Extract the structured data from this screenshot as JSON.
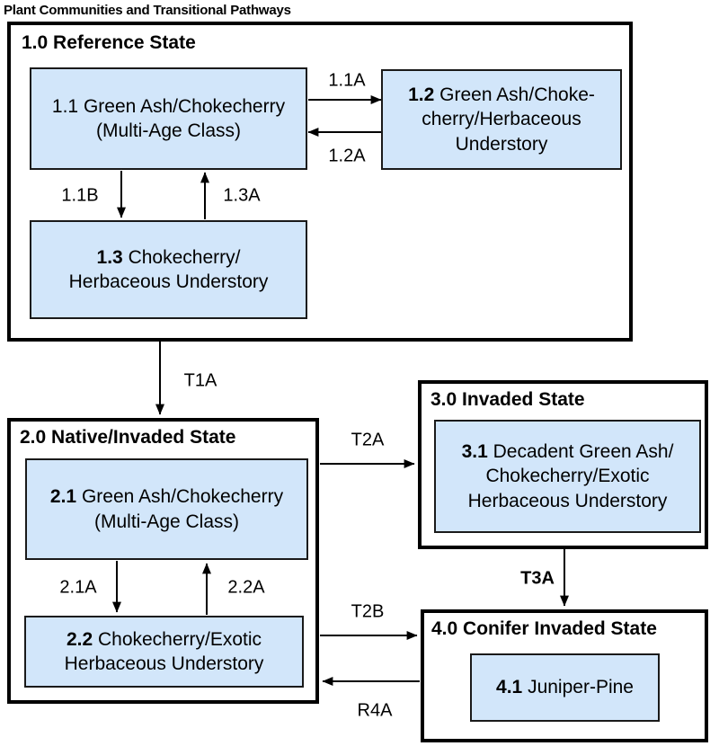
{
  "title": "Plant Communities and Transitional Pathways",
  "colors": {
    "box_fill": "#d2e6fa",
    "box_border": "#1a1a1a",
    "state_border": "#000000",
    "arrow": "#000000"
  },
  "states": {
    "s1": {
      "header": "1.0 Reference State"
    },
    "s2": {
      "header": "2.0 Native/Invaded State"
    },
    "s3": {
      "header": "3.0 Invaded State"
    },
    "s4": {
      "header": "4.0 Conifer Invaded State"
    }
  },
  "communities": {
    "c11": {
      "num": "1.1",
      "rest": " Green Ash/Chokecherry\n(Multi-Age Class)"
    },
    "c12": {
      "num": "1.2",
      "rest": " Green Ash/Choke-\ncherry/Herbaceous\nUnderstory"
    },
    "c13": {
      "num": "1.3",
      "rest": " Chokecherry/\nHerbaceous Understory"
    },
    "c21": {
      "num": "2.1",
      "rest": " Green Ash/Chokecherry\n(Multi-Age Class)"
    },
    "c22": {
      "num": "2.2",
      "rest": " Chokecherry/Exotic\nHerbaceous Understory"
    },
    "c31": {
      "num": "3.1",
      "rest": " Decadent Green Ash/\nChokecherry/Exotic\nHerbaceous Understory"
    },
    "c41": {
      "num": "4.1",
      "rest": " Juniper-Pine"
    }
  },
  "pathways": {
    "p11A": "1.1A",
    "p12A": "1.2A",
    "p11B": "1.1B",
    "p13A": "1.3A",
    "p21A": "2.1A",
    "p22A": "2.2A"
  },
  "transitions": {
    "t1A": "T1A",
    "t2A": "T2A",
    "t2B": "T2B",
    "t3A": "T3A",
    "r4A": "R4A"
  }
}
